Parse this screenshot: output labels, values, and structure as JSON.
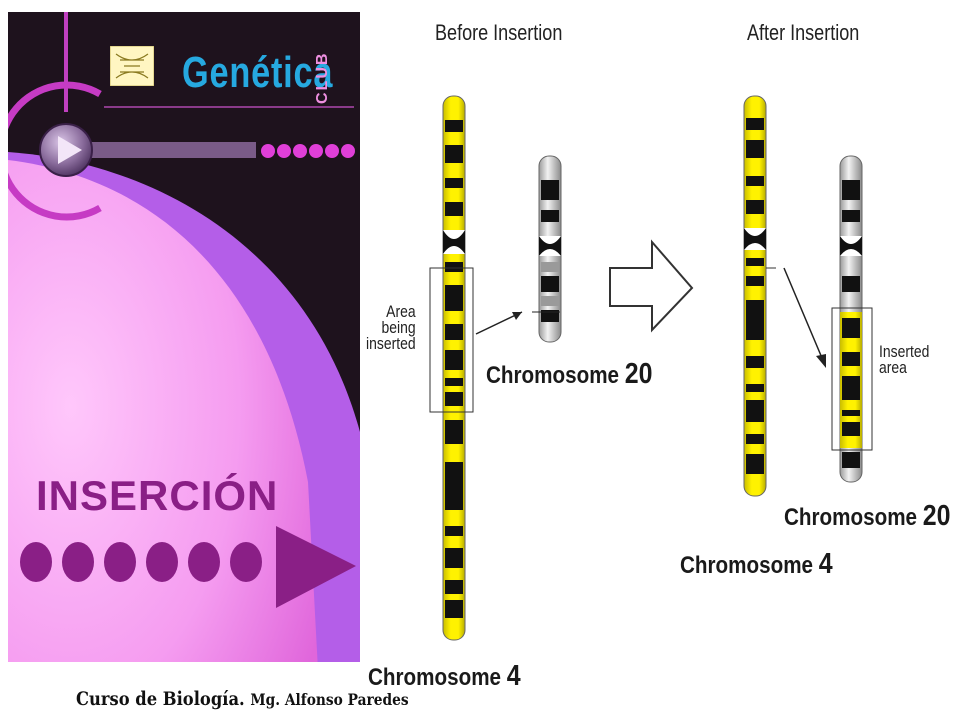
{
  "brand": {
    "title": "Genética",
    "subtitle": "CLUB"
  },
  "slide": {
    "title": "INSERCIÓN"
  },
  "footer": {
    "course": "Curso de Biología.",
    "author": "Mg. Alfonso Paredes"
  },
  "diagram": {
    "before_label": "Before Insertion",
    "after_label": "After Insertion",
    "chromosome_20_word": "Chromosome",
    "chromosome_20_number": "20",
    "chromosome_4_word": "Chromosome",
    "chromosome_4_number": "4",
    "area_label_lines": [
      "Area",
      "being",
      "inserted"
    ],
    "inserted_label_lines": [
      "Inserted",
      "area"
    ]
  },
  "colors": {
    "panel_dark": "#1e121d",
    "magenta": "#d94ad6",
    "pink_light": "#f5a3f0",
    "purple_dot": "#8a1f86",
    "title_blue": "#26a9e0",
    "band_yellow": "#fff200",
    "band_black": "#111111",
    "band_gray": "#8c8c8c"
  },
  "icons": [
    "dna-thumbnail-icon",
    "play-button-icon",
    "arrow-right-icon",
    "triangle-right-icon"
  ]
}
